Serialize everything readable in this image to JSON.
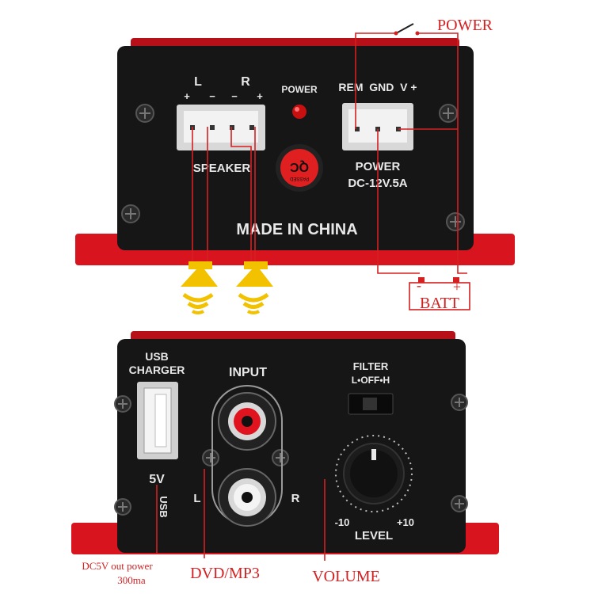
{
  "top_panel": {
    "left_label": "L",
    "right_label": "R",
    "plus": "+",
    "minus": "−",
    "speaker_label": "SPEAKER",
    "power_led_label": "POWER",
    "terminal_labels": "REM  GND  V +",
    "power_spec_line1": "POWER",
    "power_spec_line2": "DC-12V.5A",
    "made_in": "MADE IN CHINA",
    "qc_sticker_text": "QC",
    "qc_sticker_sub": "PASSED"
  },
  "bottom_panel": {
    "usb_label_line1": "USB",
    "usb_label_line2": "CHARGER",
    "usb_voltage": "5V",
    "usb_logo": "USB",
    "input_label": "INPUT",
    "input_left": "L",
    "input_right": "R",
    "filter_label_line1": "FILTER",
    "filter_label_line2": "L•OFF•H",
    "level_min": "-10",
    "level_max": "+10",
    "level_label": "LEVEL"
  },
  "annotations": {
    "power_switch": "POWER",
    "battery": "BATT",
    "batt_minus": "-",
    "batt_plus": "+",
    "usb_note_line1": "DC5V out power",
    "usb_note_line2": "300ma",
    "dvd": "DVD/MP3",
    "volume": "VOLUME"
  },
  "colors": {
    "panel": "#161616",
    "chassis_red": "#d8141e",
    "annotation_red": "#d42020",
    "speaker_yellow": "#f2c200"
  },
  "icons": [
    "speaker-icon",
    "speaker-icon",
    "battery-icon",
    "switch-icon",
    "rca-jack-icon",
    "usb-port-icon",
    "knob-icon"
  ]
}
